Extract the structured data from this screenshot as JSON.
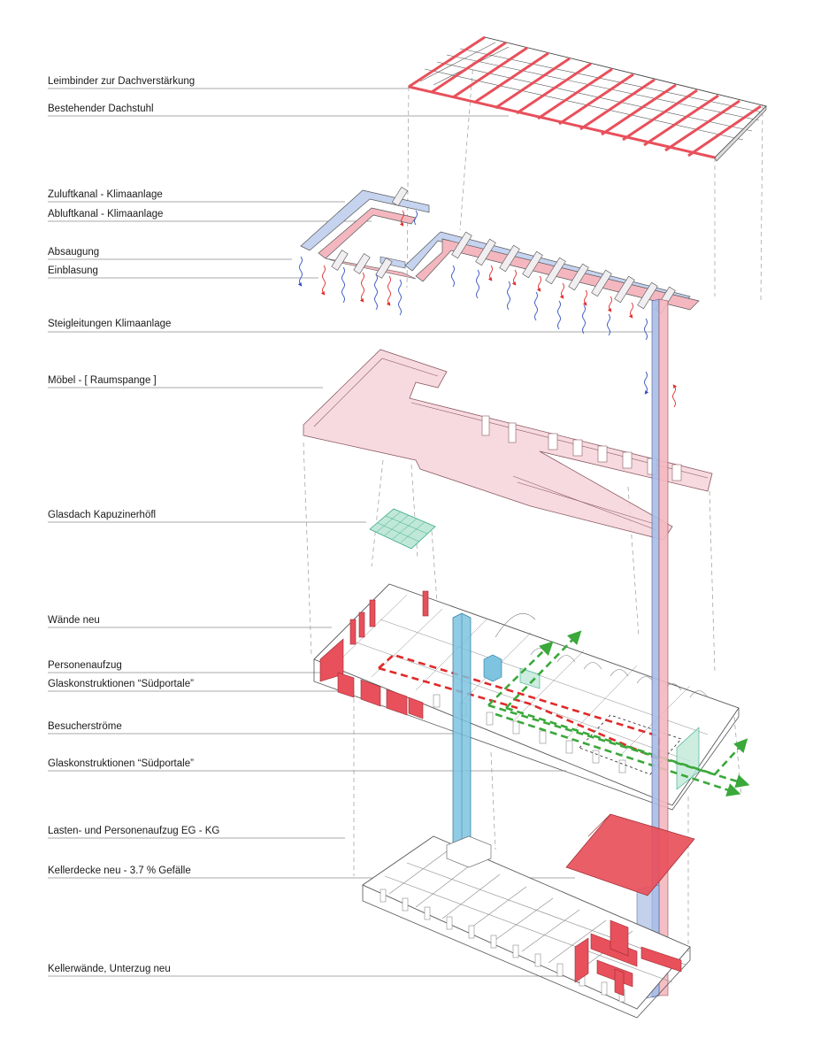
{
  "labels": {
    "leimbinder": "Leimbinder zur Dachverstärkung",
    "dachstuhl": "Bestehender Dachstuhl",
    "zuluft": "Zuluftkanal - Klimaanlage",
    "abluft": "Abluftkanal - Klimaanlage",
    "absaugung": "Absaugung",
    "einblasung": "Einblasung",
    "steigleitungen": "Steigleitungen Klimaanlage",
    "moebel": "Möbel - [ Raumspange ]",
    "glasdach": "Glasdach Kapuzinerhöfl",
    "waende": "Wände neu",
    "personenaufzug": "Personenaufzug",
    "glas_sued_1": "Glaskonstruktionen “Südportale”",
    "besucher": "Besucherströme",
    "glas_sued_2": "Glaskonstruktionen “Südportale”",
    "lastenaufzug": "Lasten- und Personenaufzug EG - KG",
    "kellerdecke": "Kellerdecke neu - 3.7 % Gefälle",
    "kellerwaende": "Kellerwände, Unterzug neu"
  },
  "colors": {
    "new_red": "#e8505b",
    "pale_red": "#f6c9cf",
    "blue_duct": "#9bb3e0",
    "elevator_blue": "#7ec3e0",
    "glass_green": "#bfe8d8",
    "flow_green": "#3aa83a",
    "flow_red": "#e02a2a",
    "line_grey": "#8c8c8c"
  }
}
